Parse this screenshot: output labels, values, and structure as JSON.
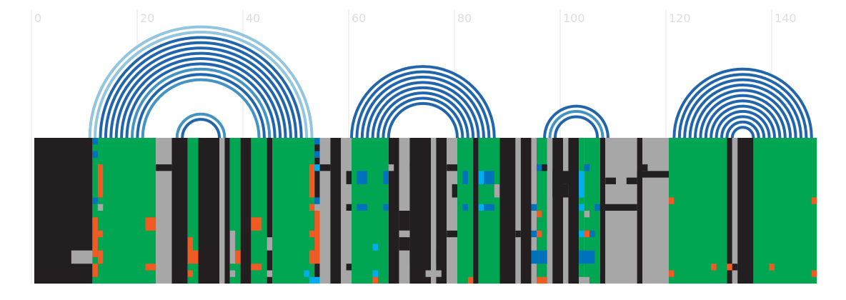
{
  "chart_data": {
    "type": "arc-matrix",
    "title": "",
    "xlabel": "",
    "ylabel": "",
    "x_range": [
      0,
      148
    ],
    "x_ticks": [
      0,
      20,
      40,
      60,
      80,
      100,
      120,
      140
    ],
    "x_tick_labels": [
      "0",
      "20",
      "40",
      "60",
      "80",
      "100",
      "120",
      "140"
    ],
    "grid": true,
    "colors": {
      "black": "#231f20",
      "gray": "#a7a7a7",
      "green": "#00a651",
      "orange": "#f15a22",
      "blue": "#0072bc",
      "cyan": "#00aeef",
      "arc_dark": "#2166ac",
      "arc_mid": "#4393c3",
      "arc_light": "#92c5de"
    },
    "arc_groups": [
      {
        "center": 31.5,
        "radii": [
          21,
          20,
          19,
          18,
          17,
          16,
          15,
          14,
          13,
          12,
          11
        ],
        "shades": [
          "light",
          "light",
          "dark",
          "dark",
          "dark",
          "dark",
          "dark",
          "dark",
          "mid",
          "dark",
          "mid"
        ]
      },
      {
        "center": 31.5,
        "radii": [
          4.5,
          3.5
        ],
        "shades": [
          "mid",
          "dark"
        ]
      },
      {
        "center": 73.5,
        "radii": [
          13.5,
          12.5,
          11.5,
          10.5,
          9.5,
          8.5,
          7.5,
          6.5
        ],
        "shades": [
          "dark",
          "dark",
          "dark",
          "dark",
          "dark",
          "dark",
          "dark",
          "dark"
        ]
      },
      {
        "center": 102.5,
        "radii": [
          6,
          5,
          4
        ],
        "shades": [
          "dark",
          "mid",
          "dark"
        ]
      },
      {
        "center": 134,
        "radii": [
          13,
          12,
          11,
          10,
          9,
          8,
          7,
          6,
          5,
          4,
          3,
          2
        ],
        "shades": [
          "dark",
          "dark",
          "dark",
          "dark",
          "dark",
          "dark",
          "dark",
          "dark",
          "dark",
          "dark",
          "dark",
          "dark"
        ]
      }
    ],
    "column_bands": [
      {
        "from": 0,
        "to": 11,
        "color": "black"
      },
      {
        "from": 11,
        "to": 23,
        "color": "green"
      },
      {
        "from": 23,
        "to": 26,
        "color": "gray"
      },
      {
        "from": 26,
        "to": 29,
        "color": "black"
      },
      {
        "from": 29,
        "to": 31,
        "color": "green"
      },
      {
        "from": 31,
        "to": 35,
        "color": "black"
      },
      {
        "from": 35,
        "to": 36,
        "color": "gray"
      },
      {
        "from": 36,
        "to": 37,
        "color": "black"
      },
      {
        "from": 37,
        "to": 39,
        "color": "green"
      },
      {
        "from": 39,
        "to": 41,
        "color": "black"
      },
      {
        "from": 41,
        "to": 44,
        "color": "green"
      },
      {
        "from": 44,
        "to": 45,
        "color": "black"
      },
      {
        "from": 45,
        "to": 53,
        "color": "green"
      },
      {
        "from": 53,
        "to": 54,
        "color": "black"
      },
      {
        "from": 54,
        "to": 56,
        "color": "gray"
      },
      {
        "from": 56,
        "to": 58,
        "color": "black"
      },
      {
        "from": 58,
        "to": 60,
        "color": "gray"
      },
      {
        "from": 60,
        "to": 67,
        "color": "green"
      },
      {
        "from": 67,
        "to": 69,
        "color": "black"
      },
      {
        "from": 69,
        "to": 71,
        "color": "gray"
      },
      {
        "from": 71,
        "to": 75,
        "color": "black"
      },
      {
        "from": 75,
        "to": 76,
        "color": "gray"
      },
      {
        "from": 76,
        "to": 78,
        "color": "black"
      },
      {
        "from": 78,
        "to": 80,
        "color": "gray"
      },
      {
        "from": 80,
        "to": 83,
        "color": "green"
      },
      {
        "from": 83,
        "to": 84,
        "color": "black"
      },
      {
        "from": 84,
        "to": 88,
        "color": "green"
      },
      {
        "from": 88,
        "to": 91,
        "color": "black"
      },
      {
        "from": 91,
        "to": 92,
        "color": "gray"
      },
      {
        "from": 92,
        "to": 94,
        "color": "black"
      },
      {
        "from": 94,
        "to": 95,
        "color": "gray"
      },
      {
        "from": 95,
        "to": 97,
        "color": "green"
      },
      {
        "from": 97,
        "to": 98,
        "color": "gray"
      },
      {
        "from": 98,
        "to": 100,
        "color": "black"
      },
      {
        "from": 100,
        "to": 101,
        "color": "gray"
      },
      {
        "from": 101,
        "to": 103,
        "color": "black"
      },
      {
        "from": 103,
        "to": 104,
        "color": "green"
      },
      {
        "from": 104,
        "to": 107,
        "color": "green"
      },
      {
        "from": 107,
        "to": 108,
        "color": "black"
      },
      {
        "from": 108,
        "to": 114,
        "color": "gray"
      },
      {
        "from": 114,
        "to": 115,
        "color": "black"
      },
      {
        "from": 115,
        "to": 120,
        "color": "gray"
      },
      {
        "from": 120,
        "to": 131,
        "color": "green"
      },
      {
        "from": 131,
        "to": 132,
        "color": "black"
      },
      {
        "from": 132,
        "to": 133,
        "color": "gray"
      },
      {
        "from": 133,
        "to": 136,
        "color": "black"
      },
      {
        "from": 136,
        "to": 148,
        "color": "green"
      }
    ],
    "cells": [
      {
        "x": 11,
        "y": 0,
        "w": 1,
        "h": 1,
        "color": "blue"
      },
      {
        "x": 11,
        "y": 2,
        "w": 1,
        "h": 1,
        "color": "blue"
      },
      {
        "x": 12,
        "y": 4,
        "w": 1,
        "h": 5,
        "color": "orange"
      },
      {
        "x": 11,
        "y": 9,
        "w": 1,
        "h": 1,
        "color": "blue"
      },
      {
        "x": 12,
        "y": 10,
        "w": 1,
        "h": 1,
        "color": "gray"
      },
      {
        "x": 11,
        "y": 12,
        "w": 1,
        "h": 3,
        "color": "orange"
      },
      {
        "x": 12,
        "y": 14,
        "w": 1,
        "h": 1,
        "color": "orange"
      },
      {
        "x": 11,
        "y": 15,
        "w": 1,
        "h": 3,
        "color": "orange"
      },
      {
        "x": 12,
        "y": 17,
        "w": 1,
        "h": 2,
        "color": "orange"
      },
      {
        "x": 7,
        "y": 17,
        "w": 4,
        "h": 2,
        "color": "gray"
      },
      {
        "x": 11,
        "y": 19,
        "w": 1,
        "h": 2,
        "color": "orange"
      },
      {
        "x": 21,
        "y": 12,
        "w": 2,
        "h": 2,
        "color": "orange"
      },
      {
        "x": 21,
        "y": 19,
        "w": 2,
        "h": 1,
        "color": "orange"
      },
      {
        "x": 23,
        "y": 4,
        "w": 3,
        "h": 1,
        "color": "black"
      },
      {
        "x": 29,
        "y": 15,
        "w": 1,
        "h": 4,
        "color": "orange"
      },
      {
        "x": 29,
        "y": 20,
        "w": 1,
        "h": 1,
        "color": "orange"
      },
      {
        "x": 30,
        "y": 17,
        "w": 1,
        "h": 2,
        "color": "orange"
      },
      {
        "x": 37,
        "y": 14,
        "w": 1,
        "h": 5,
        "color": "gray"
      },
      {
        "x": 37,
        "y": 20,
        "w": 1,
        "h": 1,
        "color": "gray"
      },
      {
        "x": 38,
        "y": 17,
        "w": 1,
        "h": 2,
        "color": "orange"
      },
      {
        "x": 41,
        "y": 12,
        "w": 2,
        "h": 2,
        "color": "orange"
      },
      {
        "x": 41,
        "y": 19,
        "w": 2,
        "h": 1,
        "color": "orange"
      },
      {
        "x": 44,
        "y": 15,
        "w": 1,
        "h": 2,
        "color": "gray"
      },
      {
        "x": 44,
        "y": 20,
        "w": 1,
        "h": 1,
        "color": "gray"
      },
      {
        "x": 52,
        "y": 4,
        "w": 1,
        "h": 5,
        "color": "orange"
      },
      {
        "x": 52,
        "y": 10,
        "w": 1,
        "h": 1,
        "color": "orange"
      },
      {
        "x": 52,
        "y": 14,
        "w": 1,
        "h": 1,
        "color": "orange"
      },
      {
        "x": 52,
        "y": 17,
        "w": 1,
        "h": 2,
        "color": "orange"
      },
      {
        "x": 51,
        "y": 20,
        "w": 1,
        "h": 1,
        "color": "cyan"
      },
      {
        "x": 52,
        "y": 21,
        "w": 2,
        "h": 1,
        "color": "cyan"
      },
      {
        "x": 53,
        "y": 0,
        "w": 1,
        "h": 1,
        "color": "blue"
      },
      {
        "x": 53,
        "y": 2,
        "w": 1,
        "h": 1,
        "color": "blue"
      },
      {
        "x": 53,
        "y": 4,
        "w": 1,
        "h": 1,
        "color": "cyan"
      },
      {
        "x": 53,
        "y": 9,
        "w": 1,
        "h": 1,
        "color": "blue"
      },
      {
        "x": 53,
        "y": 10,
        "w": 1,
        "h": 1,
        "color": "gray"
      },
      {
        "x": 53,
        "y": 11,
        "w": 1,
        "h": 8,
        "color": "orange"
      },
      {
        "x": 54,
        "y": 4,
        "w": 2,
        "h": 1,
        "color": "black"
      },
      {
        "x": 59,
        "y": 5,
        "w": 1,
        "h": 2,
        "color": "black"
      },
      {
        "x": 61,
        "y": 5,
        "w": 2,
        "h": 2,
        "color": "blue"
      },
      {
        "x": 66,
        "y": 5,
        "w": 1,
        "h": 2,
        "color": "blue"
      },
      {
        "x": 59,
        "y": 10,
        "w": 1,
        "h": 1,
        "color": "black"
      },
      {
        "x": 61,
        "y": 10,
        "w": 2,
        "h": 1,
        "color": "blue"
      },
      {
        "x": 66,
        "y": 10,
        "w": 1,
        "h": 1,
        "color": "blue"
      },
      {
        "x": 67,
        "y": 4,
        "w": 1,
        "h": 1,
        "color": "gray"
      },
      {
        "x": 64,
        "y": 16,
        "w": 1,
        "h": 1,
        "color": "cyan"
      },
      {
        "x": 64,
        "y": 20,
        "w": 1,
        "h": 1,
        "color": "cyan"
      },
      {
        "x": 64,
        "y": 21,
        "w": 1,
        "h": 1,
        "color": "orange"
      },
      {
        "x": 59,
        "y": 19,
        "w": 1,
        "h": 1,
        "color": "black"
      },
      {
        "x": 71,
        "y": 4,
        "w": 3,
        "h": 1,
        "color": "black"
      },
      {
        "x": 69,
        "y": 11,
        "w": 2,
        "h": 3,
        "color": "black"
      },
      {
        "x": 69,
        "y": 14,
        "w": 2,
        "h": 1,
        "color": "gray"
      },
      {
        "x": 69,
        "y": 15,
        "w": 2,
        "h": 2,
        "color": "black"
      },
      {
        "x": 71,
        "y": 15,
        "w": 4,
        "h": 1,
        "color": "black"
      },
      {
        "x": 71,
        "y": 17,
        "w": 4,
        "h": 2,
        "color": "black"
      },
      {
        "x": 76,
        "y": 17,
        "w": 1,
        "h": 2,
        "color": "black"
      },
      {
        "x": 74,
        "y": 20,
        "w": 1,
        "h": 1,
        "color": "gray"
      },
      {
        "x": 76,
        "y": 20,
        "w": 1,
        "h": 1,
        "color": "gray"
      },
      {
        "x": 78,
        "y": 4,
        "w": 2,
        "h": 1,
        "color": "black"
      },
      {
        "x": 78,
        "y": 14,
        "w": 2,
        "h": 1,
        "color": "black"
      },
      {
        "x": 79,
        "y": 7,
        "w": 1,
        "h": 2,
        "color": "black"
      },
      {
        "x": 81,
        "y": 5,
        "w": 1,
        "h": 2,
        "color": "blue"
      },
      {
        "x": 81,
        "y": 10,
        "w": 1,
        "h": 1,
        "color": "blue"
      },
      {
        "x": 82,
        "y": 21,
        "w": 1,
        "h": 1,
        "color": "orange"
      },
      {
        "x": 84,
        "y": 5,
        "w": 1,
        "h": 2,
        "color": "cyan"
      },
      {
        "x": 85,
        "y": 5,
        "w": 2,
        "h": 2,
        "color": "blue"
      },
      {
        "x": 84,
        "y": 10,
        "w": 1,
        "h": 1,
        "color": "cyan"
      },
      {
        "x": 85,
        "y": 10,
        "w": 2,
        "h": 1,
        "color": "blue"
      },
      {
        "x": 87,
        "y": 7,
        "w": 1,
        "h": 2,
        "color": "gray"
      },
      {
        "x": 91,
        "y": 14,
        "w": 1,
        "h": 1,
        "color": "black"
      },
      {
        "x": 94,
        "y": 10,
        "w": 1,
        "h": 1,
        "color": "blue"
      },
      {
        "x": 94,
        "y": 14,
        "w": 1,
        "h": 1,
        "color": "blue"
      },
      {
        "x": 94,
        "y": 17,
        "w": 3,
        "h": 2,
        "color": "blue"
      },
      {
        "x": 95,
        "y": 11,
        "w": 1,
        "h": 1,
        "color": "orange"
      },
      {
        "x": 95,
        "y": 14,
        "w": 1,
        "h": 1,
        "color": "orange"
      },
      {
        "x": 95,
        "y": 21,
        "w": 1,
        "h": 1,
        "color": "orange"
      },
      {
        "x": 96,
        "y": 21,
        "w": 1,
        "h": 1,
        "color": "orange"
      },
      {
        "x": 95,
        "y": 4,
        "w": 1,
        "h": 1,
        "color": "blue"
      },
      {
        "x": 96,
        "y": 4,
        "w": 1,
        "h": 1,
        "color": "black"
      },
      {
        "x": 98,
        "y": 5,
        "w": 4,
        "h": 2,
        "color": "black"
      },
      {
        "x": 98,
        "y": 7,
        "w": 3,
        "h": 2,
        "color": "black"
      },
      {
        "x": 103,
        "y": 5,
        "w": 1,
        "h": 4,
        "color": "cyan"
      },
      {
        "x": 104,
        "y": 4,
        "w": 1,
        "h": 1,
        "color": "blue"
      },
      {
        "x": 103,
        "y": 10,
        "w": 1,
        "h": 1,
        "color": "cyan"
      },
      {
        "x": 106,
        "y": 10,
        "w": 1,
        "h": 1,
        "color": "blue"
      },
      {
        "x": 104,
        "y": 11,
        "w": 1,
        "h": 1,
        "color": "gray"
      },
      {
        "x": 103,
        "y": 14,
        "w": 1,
        "h": 1,
        "color": "cyan"
      },
      {
        "x": 104,
        "y": 14,
        "w": 1,
        "h": 1,
        "color": "orange"
      },
      {
        "x": 105,
        "y": 14,
        "w": 1,
        "h": 1,
        "color": "blue"
      },
      {
        "x": 103,
        "y": 17,
        "w": 3,
        "h": 2,
        "color": "blue"
      },
      {
        "x": 103,
        "y": 21,
        "w": 2,
        "h": 1,
        "color": "gray"
      },
      {
        "x": 107,
        "y": 10,
        "w": 7,
        "h": 1,
        "color": "black"
      },
      {
        "x": 108,
        "y": 6,
        "w": 2,
        "h": 1,
        "color": "black"
      },
      {
        "x": 112,
        "y": 6,
        "w": 2,
        "h": 1,
        "color": "black"
      },
      {
        "x": 114,
        "y": 5,
        "w": 6,
        "h": 1,
        "color": "black"
      },
      {
        "x": 115,
        "y": 4,
        "w": 1,
        "h": 1,
        "color": "black"
      },
      {
        "x": 120,
        "y": 9,
        "w": 1,
        "h": 1,
        "color": "orange"
      },
      {
        "x": 120,
        "y": 20,
        "w": 1,
        "h": 1,
        "color": "orange"
      },
      {
        "x": 128,
        "y": 19,
        "w": 1,
        "h": 1,
        "color": "orange"
      },
      {
        "x": 131,
        "y": 19,
        "w": 1,
        "h": 1,
        "color": "orange"
      },
      {
        "x": 132,
        "y": 19,
        "w": 1,
        "h": 1,
        "color": "black"
      },
      {
        "x": 139,
        "y": 19,
        "w": 1,
        "h": 1,
        "color": "orange"
      },
      {
        "x": 147,
        "y": 9,
        "w": 1,
        "h": 1,
        "color": "orange"
      },
      {
        "x": 147,
        "y": 20,
        "w": 1,
        "h": 1,
        "color": "orange"
      }
    ],
    "matrix_rows": 22
  }
}
